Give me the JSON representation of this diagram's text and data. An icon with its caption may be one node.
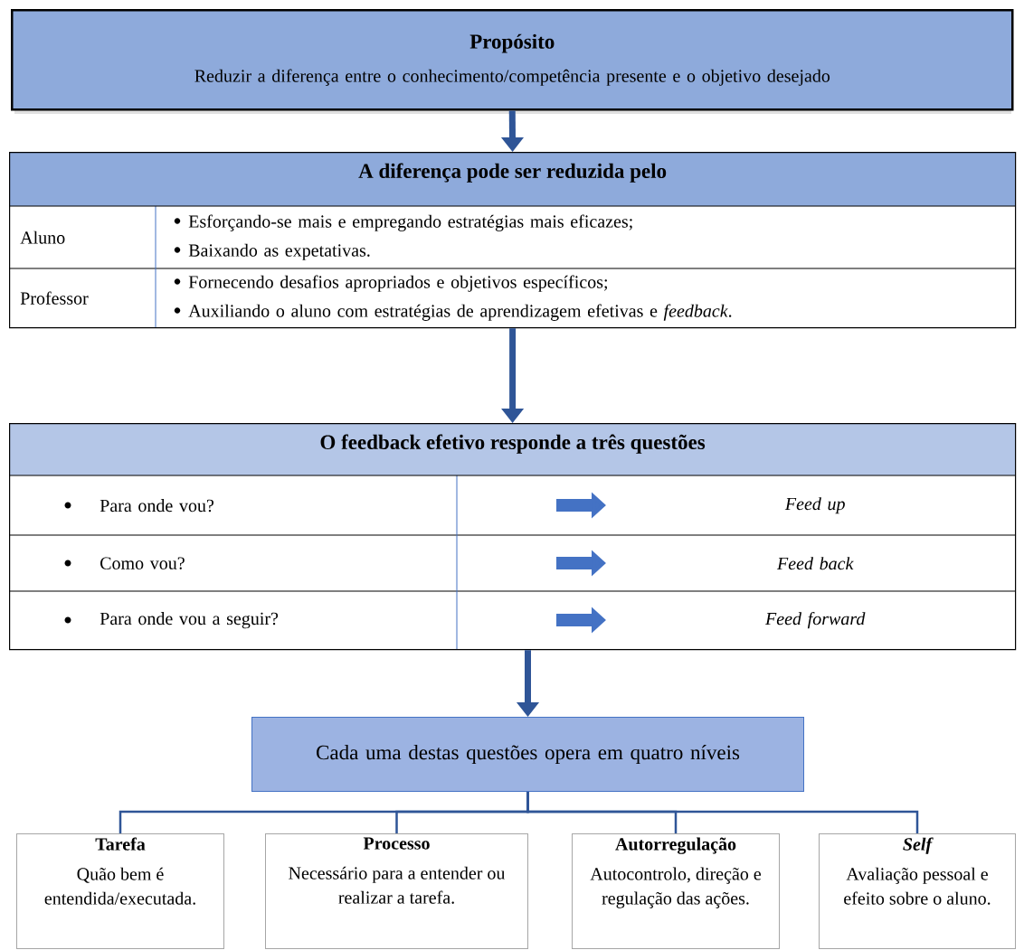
{
  "diagram": {
    "nodes": [
      {
        "text": [
          "Propósito",
          "Reduzir a diferença entre o conhecimento/competência presente e o objetivo desejado"
        ]
      },
      {
        "text": [
          "A diferença pode ser reduzida pelo"
        ]
      },
      {
        "text": [
          "Aluno"
        ],
        "in": 1
      },
      {
        "text": [
          "Esforçando-se mais e empregando estratégias mais eficazes;",
          "Baixando as expetativas."
        ],
        "in": 1
      },
      {
        "text": [
          "Professor"
        ],
        "in": 1
      },
      {
        "text": [
          "Fornecendo desafios apropriados e objetivos específicos;",
          "Auxiliando o aluno com estratégias de aprendizagem efetivas e *feedback*."
        ],
        "in": 1
      },
      {
        "text": [
          "O feedback efetivo responde a três questões"
        ]
      },
      {
        "text": [
          "Para onde vou?"
        ],
        "in": 6
      },
      {
        "text": [
          "Feed up"
        ],
        "in": 6
      },
      {
        "text": [
          "Como vou?"
        ],
        "in": 6
      },
      {
        "text": [
          "Feed back"
        ],
        "in": 6
      },
      {
        "text": [
          "Para onde vou a seguir?"
        ],
        "in": 6
      },
      {
        "text": [
          "Feed forward"
        ],
        "in": 6
      },
      {
        "text": [
          "Cada uma destas questões opera em quatro níveis"
        ]
      },
      {
        "text": [
          "Tarefa",
          "Quão bem é entendida/executada."
        ]
      },
      {
        "text": [
          "Processo",
          "Necessário para a entender ou realizar a tarefa."
        ]
      },
      {
        "text": [
          "Autorregulação",
          "Autocontrolo, direção e regulação das ações."
        ]
      },
      {
        "text": [
          "Self",
          "Avaliação pessoal e efeito sobre o aluno."
        ]
      }
    ],
    "edges": [
      {
        "from": 0,
        "to": 1,
        "arrow": "to",
        "style": "thick"
      },
      {
        "from": 1,
        "to": 6,
        "arrow": "to",
        "style": "thick"
      },
      {
        "from": 6,
        "to": 13,
        "arrow": "to",
        "style": "thick"
      },
      {
        "from": 13,
        "to": 14,
        "arrow": "none"
      },
      {
        "from": 13,
        "to": 15,
        "arrow": "none"
      },
      {
        "from": 13,
        "to": 16,
        "arrow": "none"
      },
      {
        "from": 13,
        "to": 17,
        "arrow": "none"
      }
    ]
  }
}
